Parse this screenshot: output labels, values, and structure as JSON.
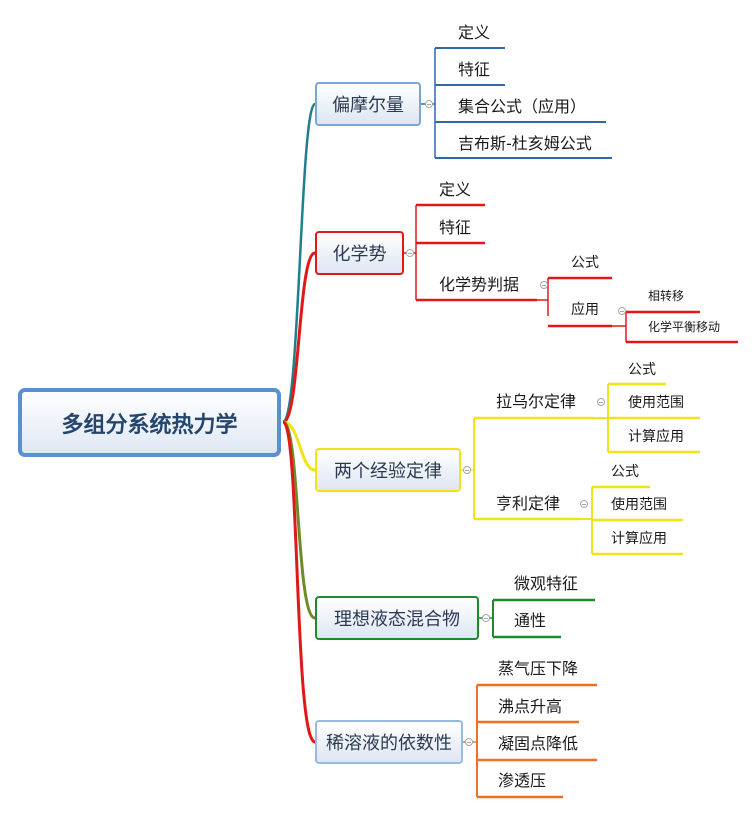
{
  "central": "多组分系统热力学",
  "colors": {
    "blue": "#2f6aa8",
    "teal": "#1f7f8c",
    "red": "#e01818",
    "yellow": "#f2e318",
    "green": "#1e8a2c",
    "olive": "#6f8a2a",
    "orange": "#f07020"
  },
  "branches": [
    {
      "label": "偏摩尔量",
      "color": "blue",
      "children": [
        {
          "label": "定义"
        },
        {
          "label": "特征"
        },
        {
          "label": "集合公式（应用）"
        },
        {
          "label": "吉布斯-杜亥姆公式"
        }
      ]
    },
    {
      "label": "化学势",
      "color": "red",
      "children": [
        {
          "label": "定义"
        },
        {
          "label": "特征"
        },
        {
          "label": "化学势判据",
          "children": [
            {
              "label": "公式"
            },
            {
              "label": "应用",
              "children": [
                {
                  "label": "相转移"
                },
                {
                  "label": "化学平衡移动"
                }
              ]
            }
          ]
        }
      ]
    },
    {
      "label": "两个经验定律",
      "color": "yellow",
      "children": [
        {
          "label": "拉乌尔定律",
          "children": [
            {
              "label": "公式"
            },
            {
              "label": "使用范围"
            },
            {
              "label": "计算应用"
            }
          ]
        },
        {
          "label": "亨利定律",
          "children": [
            {
              "label": "公式"
            },
            {
              "label": "使用范围"
            },
            {
              "label": "计算应用"
            }
          ]
        }
      ]
    },
    {
      "label": "理想液态混合物",
      "color": "green",
      "children": [
        {
          "label": "微观特征"
        },
        {
          "label": "通性"
        }
      ]
    },
    {
      "label": "稀溶液的依数性",
      "color": "orange",
      "children": [
        {
          "label": "蒸气压下降"
        },
        {
          "label": "沸点升高"
        },
        {
          "label": "凝固点降低"
        },
        {
          "label": "渗透压"
        }
      ]
    }
  ]
}
